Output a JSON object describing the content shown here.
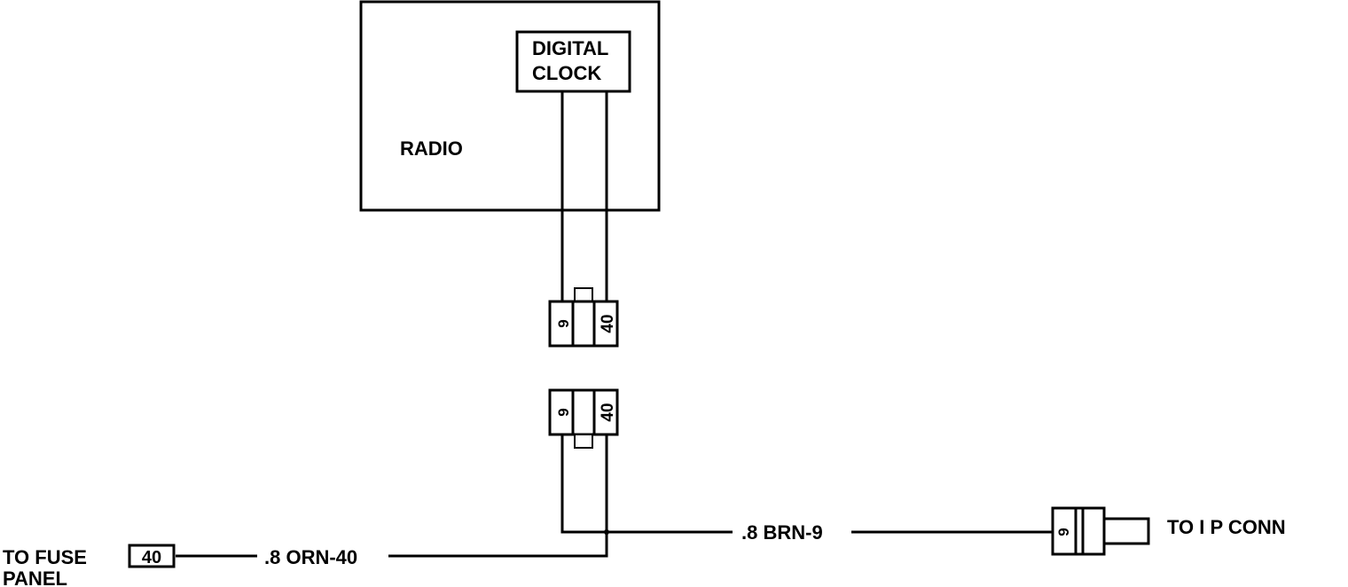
{
  "components": {
    "radio": {
      "label": "RADIO"
    },
    "digital_clock": {
      "line1": "DIGITAL",
      "line2": "CLOCK"
    }
  },
  "connectors": {
    "pin_a": "9",
    "pin_b": "40"
  },
  "wires": {
    "orange": ".8 ORN-40",
    "brown": ".8 BRN-9"
  },
  "terminals": {
    "fuse_panel": {
      "line1": "TO FUSE",
      "line2": "PANEL",
      "fuse": "40"
    },
    "ip_conn": {
      "label": "TO I P CONN",
      "pin": "9"
    }
  }
}
